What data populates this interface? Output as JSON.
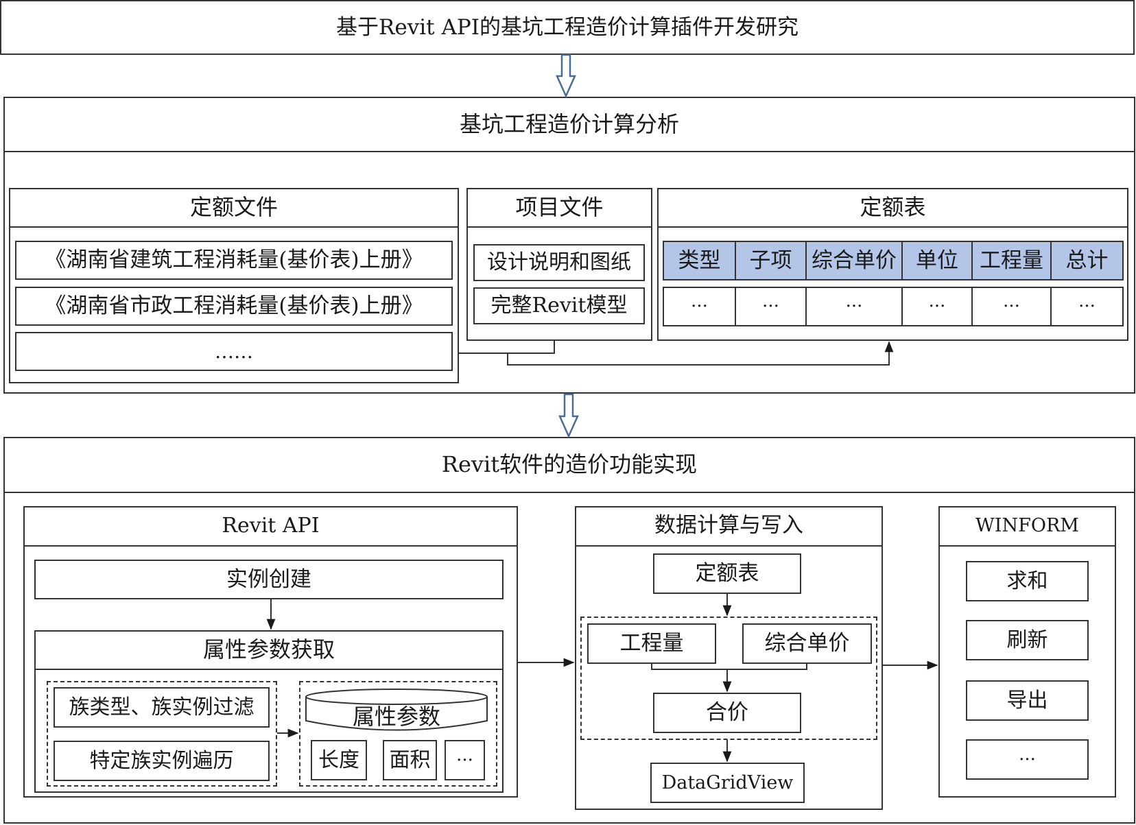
{
  "title": "基于Revit API的基坑工程造价计算插件开发研究",
  "analysis": {
    "title": "基坑工程造价计算分析",
    "quota_files": {
      "title": "定额文件",
      "items": [
        "《湖南省建筑工程消耗量(基价表)上册》",
        "《湖南省市政工程消耗量(基价表)上册》",
        "……"
      ]
    },
    "project_files": {
      "title": "项目文件",
      "items": [
        "设计说明和图纸",
        "完整Revit模型"
      ]
    },
    "quota_table": {
      "title": "定额表",
      "headers": [
        "类型",
        "子项",
        "综合单价",
        "单位",
        "工程量",
        "总计"
      ],
      "row": [
        "···",
        "···",
        "···",
        "···",
        "···",
        "···"
      ]
    }
  },
  "implementation": {
    "title": "Revit软件的造价功能实现",
    "revit_api": {
      "title": "Revit API",
      "instance_create": "实例创建",
      "param_get": {
        "title": "属性参数获取",
        "filter": "族类型、族实例过滤",
        "traverse": "特定族实例遍历",
        "params_title": "属性参数",
        "params": [
          "长度",
          "面积",
          "···"
        ]
      }
    },
    "calc": {
      "title": "数据计算与写入",
      "quota_table": "定额表",
      "quantity": "工程量",
      "unit_price": "综合单价",
      "total_price": "合价",
      "grid": "DataGridView"
    },
    "winform": {
      "title": "WINFORM",
      "items": [
        "求和",
        "刷新",
        "导出",
        "···"
      ]
    }
  },
  "colors": {
    "header_fill": "#b4c6e7",
    "arrow_outline": "#4a6b96",
    "line": "#333333"
  }
}
